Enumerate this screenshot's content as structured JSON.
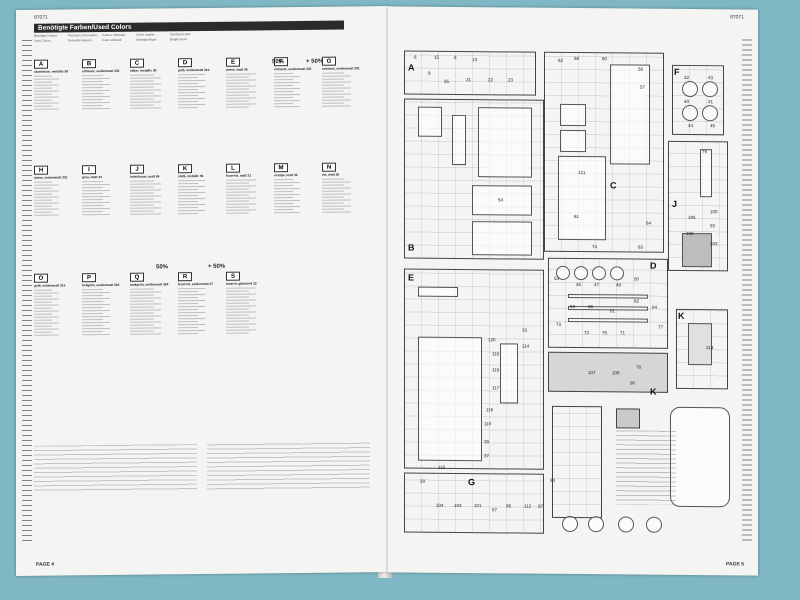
{
  "left_page": {
    "code": "87071",
    "header": "Benötigte Farben/Used Colors",
    "languages": [
      "Benötigte Farben",
      "Used Colors",
      "Peintures nécessaires",
      "Gebruikte kleuren",
      "Colores utilizados",
      "Colori utilizzati",
      "Cores usadas",
      "Använda färger",
      "Tarvittavat värit",
      "Brugte farver"
    ],
    "colors_row1": [
      {
        "letter": "A",
        "name": "aluminium, metallic 99"
      },
      {
        "letter": "B",
        "name": "schwarz, seidenmatt 302"
      },
      {
        "letter": "C",
        "name": "silber, metallic 90"
      },
      {
        "letter": "D",
        "name": "gelb, seidenmatt 310"
      },
      {
        "letter": "E",
        "name": "weiss, matt 05"
      },
      {
        "letter": "F",
        "name": "schwarz, seidenmatt 302"
      },
      {
        "letter": "G",
        "name": "schwarz, seidenmatt 302"
      }
    ],
    "colors_row2": [
      {
        "letter": "H",
        "name": "weiss, seidenmatt 301"
      },
      {
        "letter": "I",
        "name": "grau, matt 43"
      },
      {
        "letter": "J",
        "name": "lederbraun, matt 84"
      },
      {
        "letter": "K",
        "name": "stahl, metallic 91"
      },
      {
        "letter": "L",
        "name": "feuerrot, matt 31"
      },
      {
        "letter": "M",
        "name": "orange, matt 30"
      },
      {
        "letter": "N",
        "name": "rot, matt 36"
      }
    ],
    "colors_row3": [
      {
        "letter": "O",
        "name": "gelb, seidenmatt 310"
      },
      {
        "letter": "P",
        "name": "hellgrün, seidenmatt 364"
      },
      {
        "letter": "Q",
        "name": "tankgrün, seidenmatt 364"
      },
      {
        "letter": "R",
        "name": "feuerrot, seidenmatt 37"
      },
      {
        "letter": "S",
        "name": "tanzrot, glänzend 32"
      }
    ],
    "mix_labels": [
      "50%",
      "+ 50%"
    ],
    "page_number": "PAGE 4"
  },
  "right_page": {
    "code": "87071",
    "page_number": "PAGE 5",
    "sprue_letters": [
      "A",
      "B",
      "C",
      "D",
      "E",
      "F",
      "G",
      "J",
      "K",
      "K"
    ],
    "part_numbers": [
      "6",
      "15",
      "8",
      "13",
      "9",
      "25",
      "21",
      "22",
      "23",
      "62",
      "56",
      "60",
      "58",
      "57",
      "42",
      "43",
      "40",
      "41",
      "44",
      "45",
      "121",
      "54",
      "61",
      "64",
      "74",
      "63",
      "53",
      "45",
      "47",
      "48",
      "50",
      "73",
      "72",
      "75",
      "71",
      "77",
      "82",
      "81",
      "86",
      "83",
      "84",
      "79",
      "100",
      "105",
      "93",
      "102",
      "203",
      "214",
      "120",
      "118",
      "119",
      "117",
      "116",
      "110",
      "39",
      "37",
      "33",
      "114",
      "115",
      "28",
      "104",
      "103",
      "101",
      "87",
      "96",
      "112",
      "97",
      "94",
      "90",
      "78",
      "107",
      "106"
    ]
  }
}
